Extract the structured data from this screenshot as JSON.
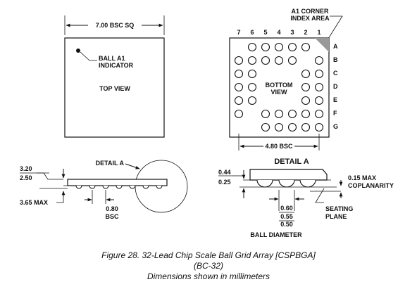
{
  "top_view": {
    "dim_label": "7.00 BSC SQ",
    "ball_a1_line1": "BALL A1",
    "ball_a1_line2": "INDICATOR",
    "title": "TOP VIEW"
  },
  "bottom_view": {
    "corner_line1": "A1 CORNER",
    "corner_line2": "INDEX AREA",
    "columns": [
      "7",
      "6",
      "5",
      "4",
      "3",
      "2",
      "1"
    ],
    "rows": [
      "A",
      "B",
      "C",
      "D",
      "E",
      "F",
      "G"
    ],
    "title_line1": "BOTTOM",
    "title_line2": "VIEW",
    "dim_label": "4.80 BSC"
  },
  "side_view": {
    "detail_label": "DETAIL A",
    "height_max": "3.20",
    "height_min": "2.50",
    "total_max": "3.65 MAX",
    "pitch_line1": "0.80",
    "pitch_line2": "BSC"
  },
  "detail_a": {
    "title": "DETAIL A",
    "standoff_max": "0.44",
    "standoff_min": "0.25",
    "coplanarity_line1": "0.15 MAX",
    "coplanarity_line2": "COPLANARITY",
    "ball_max": "0.60",
    "ball_nom": "0.55",
    "ball_min": "0.50",
    "seating_line1": "SEATING",
    "seating_line2": "PLANE",
    "ball_diameter": "BALL DIAMETER"
  },
  "caption": {
    "line1": "Figure 28. 32-Lead Chip Scale Ball Grid Array [CSPBGA]",
    "line2": "(BC-32)",
    "line3": "Dimensions shown in millimeters"
  },
  "colors": {
    "ink": "#111111",
    "corner_fill": "#999999"
  }
}
